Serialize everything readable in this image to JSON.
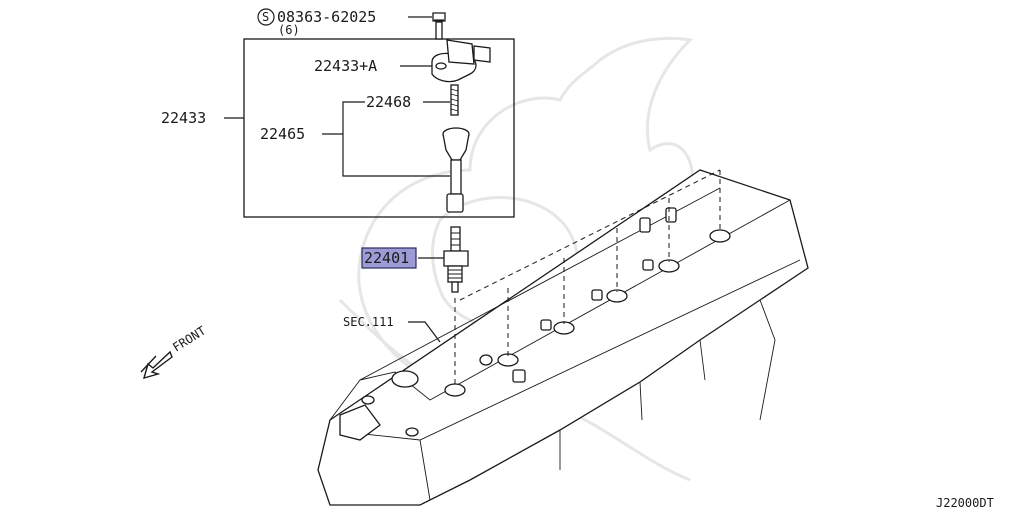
{
  "parts": {
    "bolt_code": "08363-62025",
    "bolt_qty": "(6)",
    "bolt_symbol": "S",
    "coil_a": "22433+A",
    "coil_assy": "22433",
    "spring": "22468",
    "boot": "22465",
    "spark_plug": "22401",
    "section_ref": "SEC.111"
  },
  "direction_label": "FRONT",
  "diagram_code": "J22000DT",
  "colors": {
    "highlight": "#9d9bd6",
    "line": "#1a1a1a",
    "watermark": "#e6e6e6"
  }
}
